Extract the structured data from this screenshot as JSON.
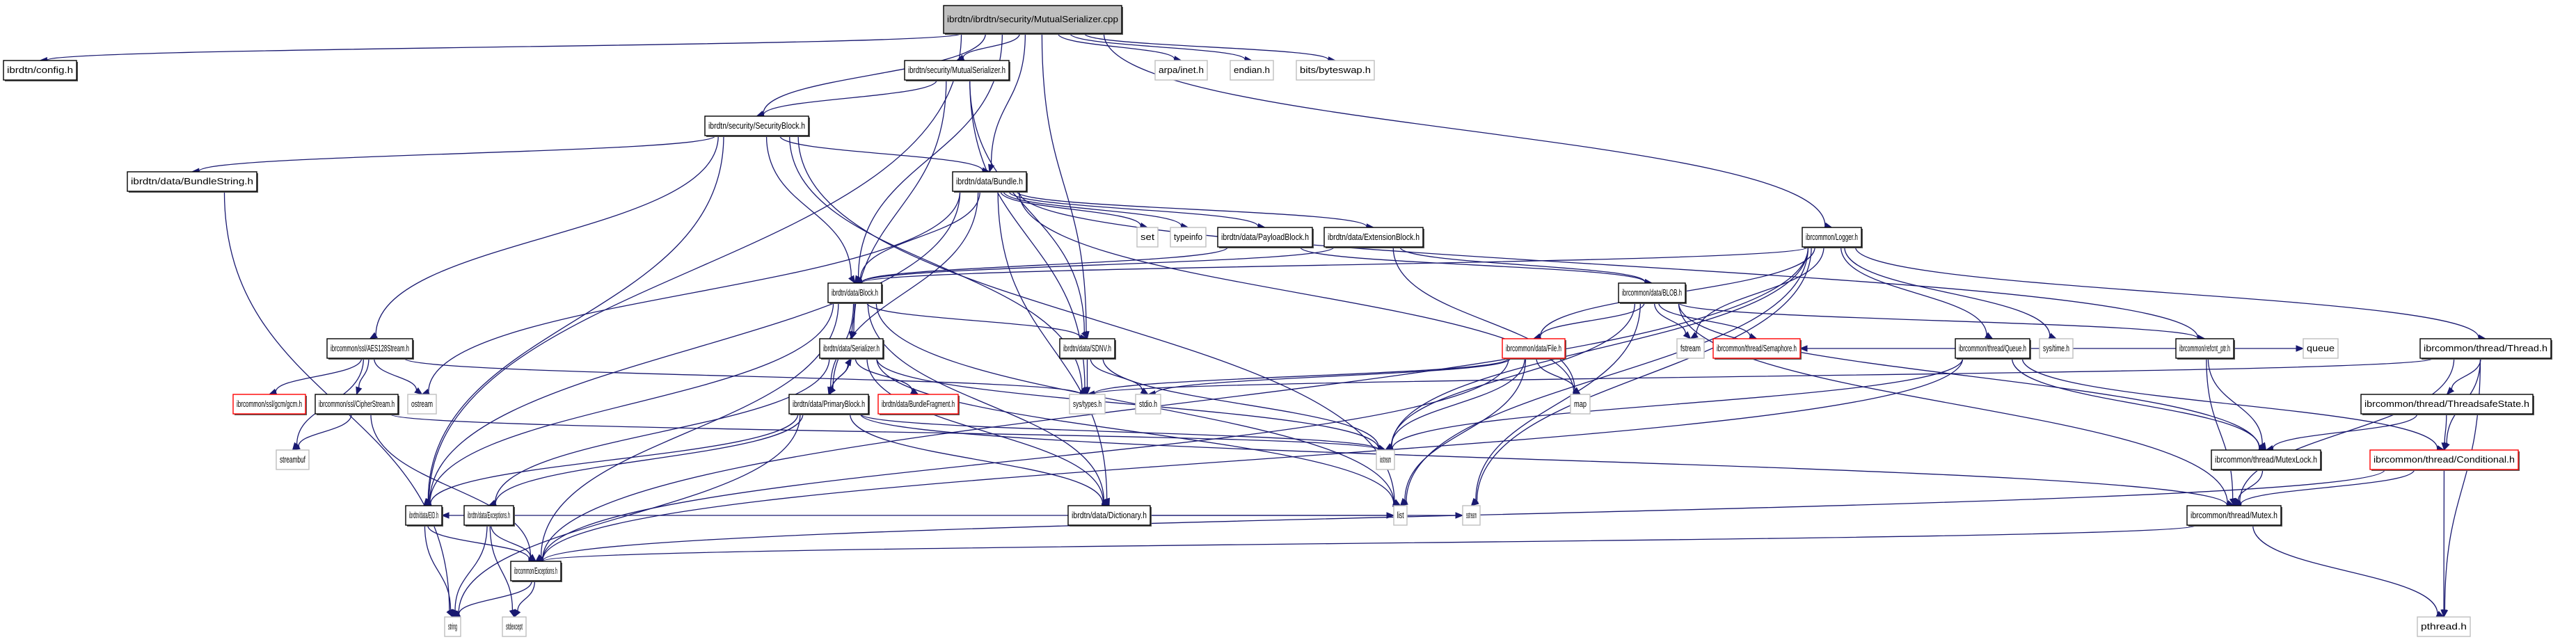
{
  "graph": {
    "title": "ibrdtn/ibrdtn/security/MutualSerializer.cpp",
    "type": "include-dependency-graph",
    "colors": {
      "edge": "#191970",
      "root_fill": "#bfbfbf",
      "node_border": "#000000",
      "system_border": "#bfbfbf",
      "truncated_border": "#ff0000"
    },
    "nodes": [
      {
        "id": "root",
        "label": "ibrdtn/ibrdtn/security/MutualSerializer.cpp",
        "kind": "root"
      },
      {
        "id": "config",
        "label": "ibrdtn/config.h",
        "kind": "normal"
      },
      {
        "id": "mutser_h",
        "label": "ibrdtn/security/MutualSerializer.h",
        "kind": "normal"
      },
      {
        "id": "arpa",
        "label": "arpa/inet.h",
        "kind": "system"
      },
      {
        "id": "endian",
        "label": "endian.h",
        "kind": "system"
      },
      {
        "id": "byteswap",
        "label": "bits/byteswap.h",
        "kind": "system"
      },
      {
        "id": "secblock",
        "label": "ibrdtn/security/SecurityBlock.h",
        "kind": "normal"
      },
      {
        "id": "bundlestring",
        "label": "ibrdtn/data/BundleString.h",
        "kind": "normal"
      },
      {
        "id": "bundle",
        "label": "ibrdtn/data/Bundle.h",
        "kind": "normal"
      },
      {
        "id": "set",
        "label": "set",
        "kind": "system"
      },
      {
        "id": "typeinfo",
        "label": "typeinfo",
        "kind": "system"
      },
      {
        "id": "payload",
        "label": "ibrdtn/data/PayloadBlock.h",
        "kind": "normal"
      },
      {
        "id": "extension",
        "label": "ibrdtn/data/ExtensionBlock.h",
        "kind": "normal"
      },
      {
        "id": "logger",
        "label": "ibrcommon/Logger.h",
        "kind": "normal"
      },
      {
        "id": "block",
        "label": "ibrdtn/data/Block.h",
        "kind": "normal"
      },
      {
        "id": "blob",
        "label": "ibrcommon/data/BLOB.h",
        "kind": "normal"
      },
      {
        "id": "aes",
        "label": "ibrcommon/ssl/AES128Stream.h",
        "kind": "normal"
      },
      {
        "id": "serializer",
        "label": "ibrdtn/data/Serializer.h",
        "kind": "normal"
      },
      {
        "id": "sdnv",
        "label": "ibrdtn/data/SDNV.h",
        "kind": "normal"
      },
      {
        "id": "file",
        "label": "ibrcommon/data/File.h",
        "kind": "truncated"
      },
      {
        "id": "fstream",
        "label": "fstream",
        "kind": "system"
      },
      {
        "id": "semaphore",
        "label": "ibrcommon/thread/Semaphore.h",
        "kind": "truncated"
      },
      {
        "id": "queue_h",
        "label": "ibrcommon/thread/Queue.h",
        "kind": "normal"
      },
      {
        "id": "systime",
        "label": "sys/time.h",
        "kind": "system"
      },
      {
        "id": "refcnt",
        "label": "ibrcommon/refcnt_ptr.h",
        "kind": "normal"
      },
      {
        "id": "queue",
        "label": "queue",
        "kind": "system"
      },
      {
        "id": "thread",
        "label": "ibrcommon/thread/Thread.h",
        "kind": "normal"
      },
      {
        "id": "gcm",
        "label": "ibrcommon/ssl/gcm/gcm.h",
        "kind": "truncated"
      },
      {
        "id": "cipher",
        "label": "ibrcommon/ssl/CipherStream.h",
        "kind": "normal"
      },
      {
        "id": "ostream",
        "label": "ostream",
        "kind": "system"
      },
      {
        "id": "primary",
        "label": "ibrdtn/data/PrimaryBlock.h",
        "kind": "normal"
      },
      {
        "id": "fragment",
        "label": "ibrdtn/data/BundleFragment.h",
        "kind": "truncated"
      },
      {
        "id": "systypes",
        "label": "sys/types.h",
        "kind": "system"
      },
      {
        "id": "stdio",
        "label": "stdio.h",
        "kind": "system"
      },
      {
        "id": "map",
        "label": "map",
        "kind": "system"
      },
      {
        "id": "tsstate",
        "label": "ibrcommon/thread/ThreadsafeState.h",
        "kind": "normal"
      },
      {
        "id": "streambuf",
        "label": "streambuf",
        "kind": "system"
      },
      {
        "id": "iostream",
        "label": "iostream",
        "kind": "system"
      },
      {
        "id": "mutexlock",
        "label": "ibrcommon/thread/MutexLock.h",
        "kind": "normal"
      },
      {
        "id": "conditional",
        "label": "ibrcommon/thread/Conditional.h",
        "kind": "truncated"
      },
      {
        "id": "eid",
        "label": "ibrdtn/data/EID.h",
        "kind": "normal"
      },
      {
        "id": "dexceptions",
        "label": "ibrdtn/data/Exceptions.h",
        "kind": "normal"
      },
      {
        "id": "dictionary",
        "label": "ibrdtn/data/Dictionary.h",
        "kind": "normal"
      },
      {
        "id": "list",
        "label": "list",
        "kind": "system"
      },
      {
        "id": "sstream",
        "label": "sstream",
        "kind": "system"
      },
      {
        "id": "mutex",
        "label": "ibrcommon/thread/Mutex.h",
        "kind": "normal"
      },
      {
        "id": "cexceptions",
        "label": "ibrcommon/Exceptions.h",
        "kind": "normal"
      },
      {
        "id": "string",
        "label": "string",
        "kind": "system"
      },
      {
        "id": "stdexcept",
        "label": "stdexcept",
        "kind": "system"
      },
      {
        "id": "pthread",
        "label": "pthread.h",
        "kind": "system"
      }
    ],
    "edges": [
      [
        "root",
        "config"
      ],
      [
        "root",
        "mutser_h"
      ],
      [
        "root",
        "arpa"
      ],
      [
        "root",
        "endian"
      ],
      [
        "root",
        "byteswap"
      ],
      [
        "root",
        "secblock"
      ],
      [
        "root",
        "bundle"
      ],
      [
        "root",
        "block"
      ],
      [
        "root",
        "logger"
      ],
      [
        "root",
        "eid"
      ],
      [
        "root",
        "sdnv"
      ],
      [
        "mutser_h",
        "secblock"
      ],
      [
        "mutser_h",
        "serializer"
      ],
      [
        "mutser_h",
        "systypes"
      ],
      [
        "mutser_h",
        "sdnv"
      ],
      [
        "secblock",
        "bundlestring"
      ],
      [
        "secblock",
        "bundle"
      ],
      [
        "secblock",
        "block"
      ],
      [
        "secblock",
        "aes"
      ],
      [
        "secblock",
        "eid"
      ],
      [
        "secblock",
        "list"
      ],
      [
        "secblock",
        "systypes"
      ],
      [
        "bundlestring",
        "string"
      ],
      [
        "bundle",
        "set"
      ],
      [
        "bundle",
        "typeinfo"
      ],
      [
        "bundle",
        "payload"
      ],
      [
        "bundle",
        "extension"
      ],
      [
        "bundle",
        "block"
      ],
      [
        "bundle",
        "primary"
      ],
      [
        "bundle",
        "eid"
      ],
      [
        "bundle",
        "dictionary"
      ],
      [
        "bundle",
        "ostream"
      ],
      [
        "bundle",
        "map"
      ],
      [
        "bundle",
        "refcnt"
      ],
      [
        "payload",
        "block"
      ],
      [
        "payload",
        "blob"
      ],
      [
        "extension",
        "block"
      ],
      [
        "extension",
        "blob"
      ],
      [
        "extension",
        "map"
      ],
      [
        "logger",
        "fstream"
      ],
      [
        "logger",
        "queue_h"
      ],
      [
        "logger",
        "systime"
      ],
      [
        "logger",
        "thread"
      ],
      [
        "logger",
        "block"
      ],
      [
        "logger",
        "file"
      ],
      [
        "logger",
        "iostream"
      ],
      [
        "logger",
        "sstream"
      ],
      [
        "logger",
        "cexceptions"
      ],
      [
        "logger",
        "list"
      ],
      [
        "block",
        "serializer"
      ],
      [
        "block",
        "sdnv"
      ],
      [
        "block",
        "eid"
      ],
      [
        "block",
        "list"
      ],
      [
        "block",
        "dictionary"
      ],
      [
        "block",
        "primary"
      ],
      [
        "block",
        "cexceptions"
      ],
      [
        "blob",
        "file"
      ],
      [
        "blob",
        "fstream"
      ],
      [
        "blob",
        "semaphore"
      ],
      [
        "blob",
        "refcnt"
      ],
      [
        "blob",
        "mutexlock"
      ],
      [
        "blob",
        "mutex"
      ],
      [
        "blob",
        "iostream"
      ],
      [
        "blob",
        "sstream"
      ],
      [
        "aes",
        "gcm"
      ],
      [
        "aes",
        "cipher"
      ],
      [
        "aes",
        "ostream"
      ],
      [
        "aes",
        "streambuf"
      ],
      [
        "aes",
        "systypes"
      ],
      [
        "serializer",
        "primary"
      ],
      [
        "serializer",
        "fragment"
      ],
      [
        "serializer",
        "dictionary"
      ],
      [
        "serializer",
        "dexceptions"
      ],
      [
        "serializer",
        "iostream"
      ],
      [
        "serializer",
        "list"
      ],
      [
        "sdnv",
        "systypes"
      ],
      [
        "sdnv",
        "stdio"
      ],
      [
        "sdnv",
        "iostream"
      ],
      [
        "file",
        "systypes"
      ],
      [
        "file",
        "map"
      ],
      [
        "file",
        "stdio"
      ],
      [
        "file",
        "iostream"
      ],
      [
        "file",
        "list"
      ],
      [
        "file",
        "cexceptions"
      ],
      [
        "queue_h",
        "semaphore"
      ],
      [
        "queue_h",
        "queue"
      ],
      [
        "queue_h",
        "mutexlock"
      ],
      [
        "queue_h",
        "conditional"
      ],
      [
        "queue_h",
        "cexceptions"
      ],
      [
        "queue_h",
        "iostream"
      ],
      [
        "refcnt",
        "mutexlock"
      ],
      [
        "refcnt",
        "mutex"
      ],
      [
        "thread",
        "tsstate"
      ],
      [
        "thread",
        "conditional"
      ],
      [
        "thread",
        "mutex"
      ],
      [
        "thread",
        "pthread"
      ],
      [
        "thread",
        "systypes"
      ],
      [
        "cipher",
        "streambuf"
      ],
      [
        "cipher",
        "cexceptions"
      ],
      [
        "cipher",
        "iostream"
      ],
      [
        "primary",
        "serializer"
      ],
      [
        "primary",
        "eid"
      ],
      [
        "primary",
        "dictionary"
      ],
      [
        "primary",
        "string"
      ],
      [
        "primary",
        "dexceptions"
      ],
      [
        "primary",
        "mutex"
      ],
      [
        "primary",
        "iostream"
      ],
      [
        "tsstate",
        "conditional"
      ],
      [
        "tsstate",
        "mutexlock"
      ],
      [
        "mutexlock",
        "mutex"
      ],
      [
        "conditional",
        "mutex"
      ],
      [
        "conditional",
        "pthread"
      ],
      [
        "conditional",
        "cexceptions"
      ],
      [
        "eid",
        "string"
      ],
      [
        "eid",
        "cexceptions"
      ],
      [
        "dexceptions",
        "cexceptions"
      ],
      [
        "dexceptions",
        "string"
      ],
      [
        "dexceptions",
        "stdexcept"
      ],
      [
        "dictionary",
        "eid"
      ],
      [
        "dictionary",
        "list"
      ],
      [
        "dictionary",
        "sstream"
      ],
      [
        "mutex",
        "cexceptions"
      ],
      [
        "mutex",
        "pthread"
      ],
      [
        "cexceptions",
        "string"
      ],
      [
        "cexceptions",
        "stdexcept"
      ]
    ]
  }
}
